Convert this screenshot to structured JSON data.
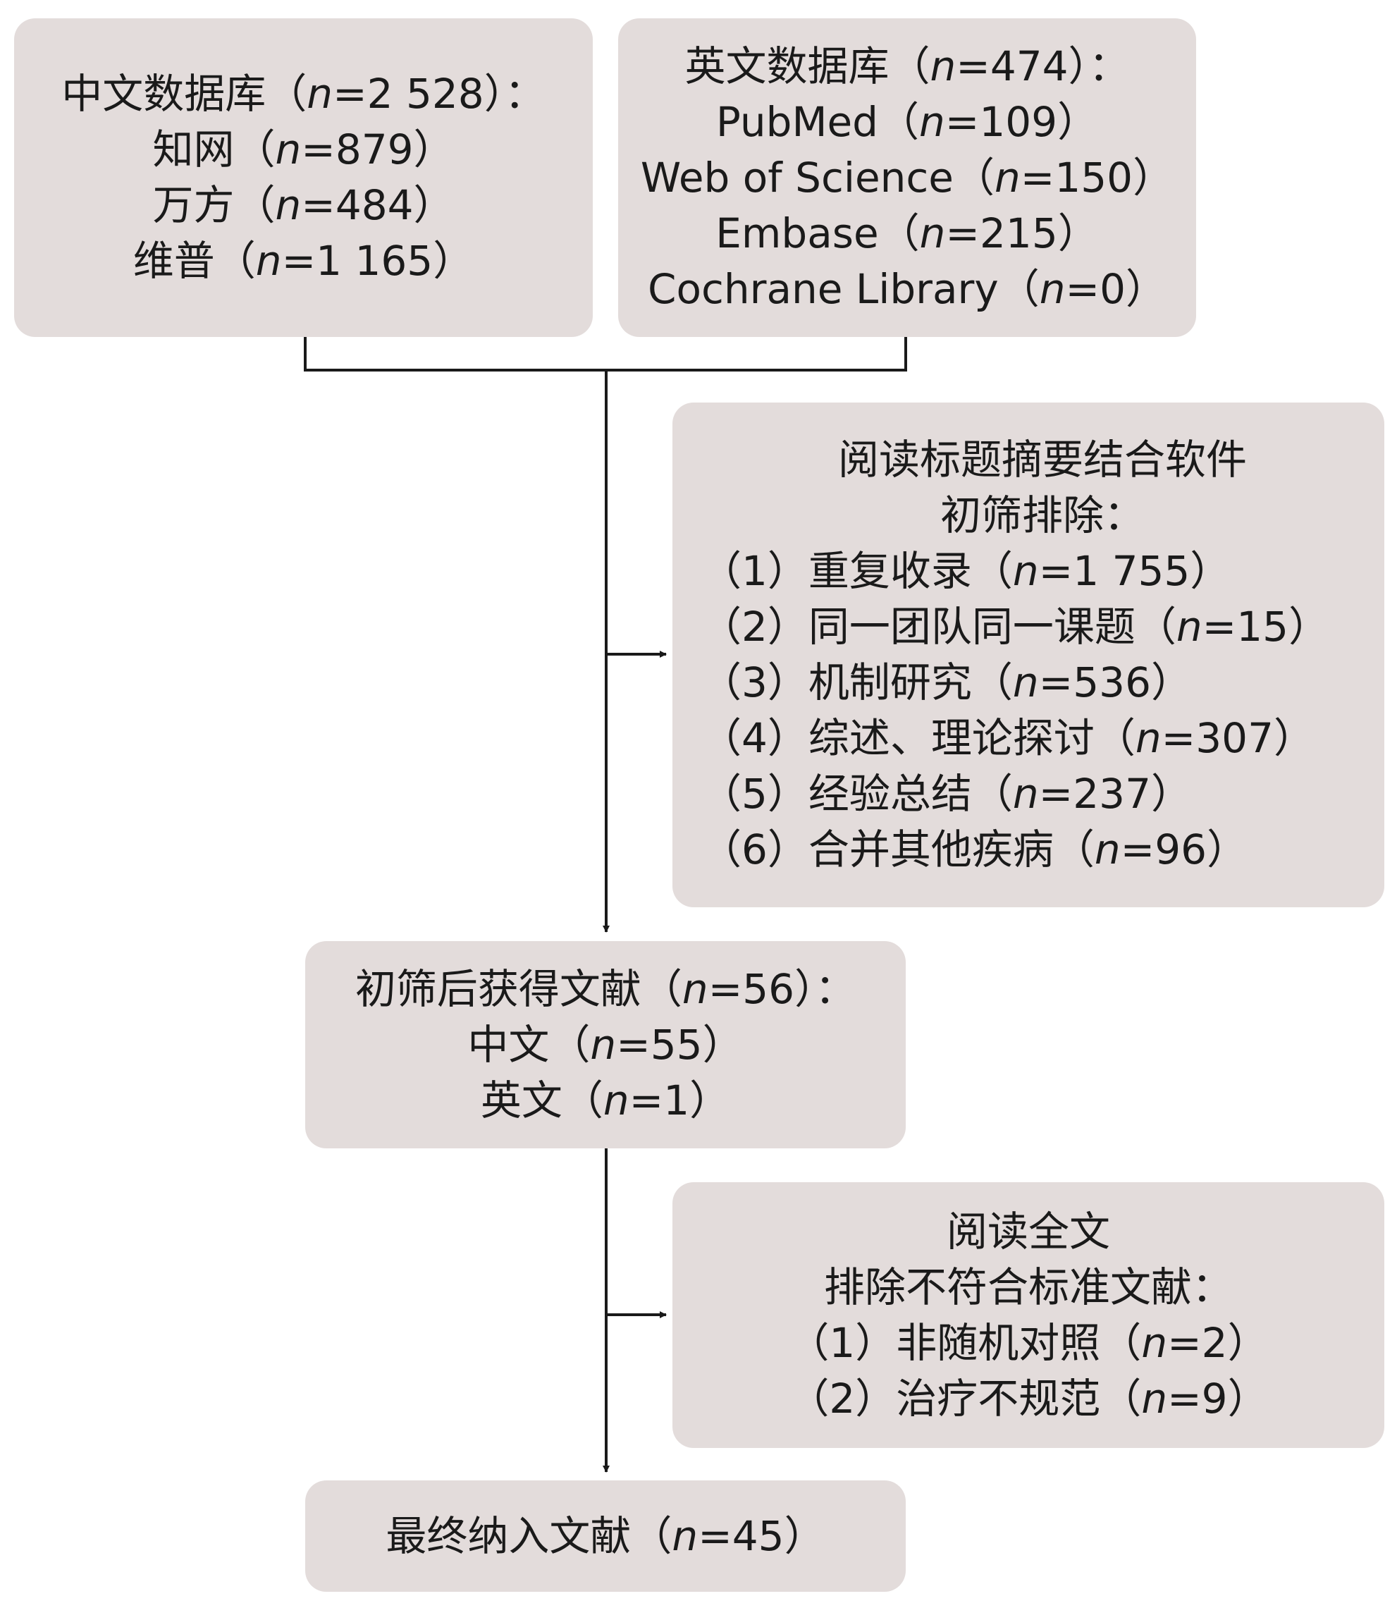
{
  "boxes": {
    "chinese_db": {
      "lines": [
        {
          "pre": "中文数据库（",
          "n": "n",
          "post": "=2 528）："
        },
        {
          "pre": "知网（",
          "n": "n",
          "post": "=879）"
        },
        {
          "pre": "万方（",
          "n": "n",
          "post": "=484）"
        },
        {
          "pre": "维普（",
          "n": "n",
          "post": "=1 165）"
        }
      ]
    },
    "english_db": {
      "lines": [
        {
          "pre": "英文数据库（",
          "n": "n",
          "post": "=474）："
        },
        {
          "pre": "PubMed（",
          "n": "n",
          "post": "=109）"
        },
        {
          "pre": "Web of Science（",
          "n": "n",
          "post": "=150）"
        },
        {
          "pre": "Embase（",
          "n": "n",
          "post": "=215）"
        },
        {
          "pre": "Cochrane Library（",
          "n": "n",
          "post": "=0）"
        }
      ]
    },
    "initial_exclusion": {
      "lines": [
        {
          "pre": "阅读标题摘要结合软件",
          "head": true
        },
        {
          "pre": "初筛排除：",
          "head": true
        },
        {
          "pre": "（1）重复收录（",
          "n": "n",
          "post": "=1 755）"
        },
        {
          "pre": "（2）同一团队同一课题（",
          "n": "n",
          "post": "=15）"
        },
        {
          "pre": "（3）机制研究（",
          "n": "n",
          "post": "=536）"
        },
        {
          "pre": "（4）综述、理论探讨（",
          "n": "n",
          "post": "=307）"
        },
        {
          "pre": "（5）经验总结（",
          "n": "n",
          "post": "=237）"
        },
        {
          "pre": "（6）合并其他疾病（",
          "n": "n",
          "post": "=96）"
        }
      ]
    },
    "after_screening": {
      "lines": [
        {
          "pre": "初筛后获得文献（",
          "n": "n",
          "post": "=56）："
        },
        {
          "pre": "中文（",
          "n": "n",
          "post": "=55）"
        },
        {
          "pre": "英文（",
          "n": "n",
          "post": "=1）"
        }
      ]
    },
    "fulltext_exclusion": {
      "lines": [
        {
          "pre": "阅读全文"
        },
        {
          "pre": "排除不符合标准文献："
        },
        {
          "pre": "（1）非随机对照（",
          "n": "n",
          "post": "=2）"
        },
        {
          "pre": "（2）治疗不规范（",
          "n": "n",
          "post": "=9）"
        }
      ]
    },
    "final_included": {
      "lines": [
        {
          "pre": "最终纳入文献（",
          "n": "n",
          "post": "=45）"
        }
      ]
    }
  },
  "colors": {
    "box_fill": "#e3dcdb",
    "line": "#1a1a1a"
  }
}
